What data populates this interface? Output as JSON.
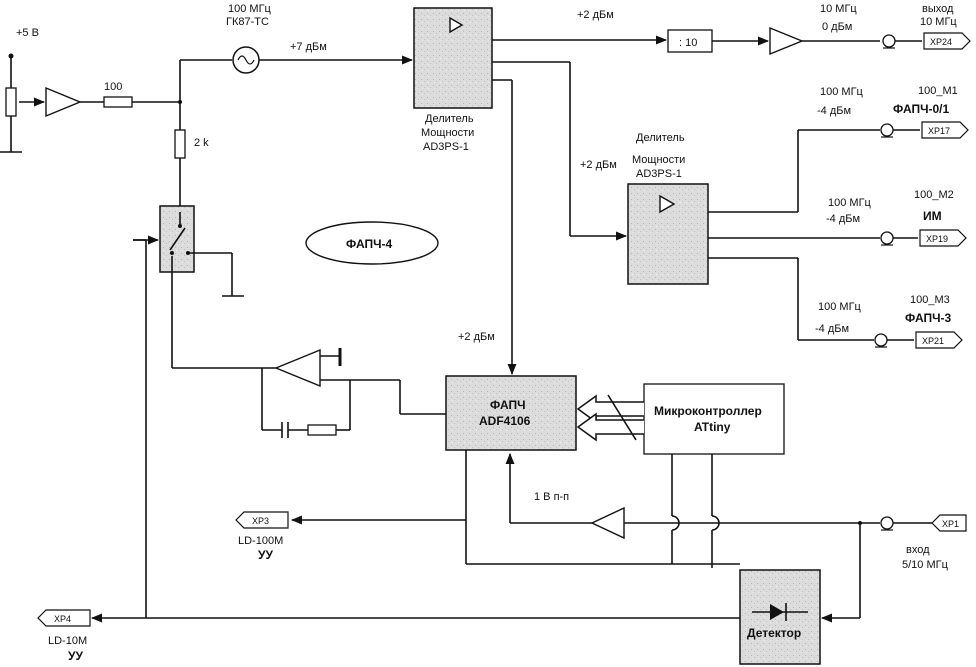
{
  "supply": {
    "label": "+5 В"
  },
  "resistor_main": {
    "label": "100"
  },
  "resistor_2k": {
    "label": "2 k"
  },
  "oscillator": {
    "freq": "100 МГц",
    "model": "ГК87-ТС"
  },
  "level_osc_out": "+7 дБм",
  "splitter1": {
    "line1": "Делитель",
    "line2": "Мощности",
    "line3": "AD3PS-1"
  },
  "splitter2": {
    "line1": "Делитель",
    "line2": "Мощности",
    "line3": "AD3PS-1"
  },
  "level_to_div10": "+2 дБм",
  "level_to_splitter2": "+2 дБм",
  "level_to_pll": "+2 дБм",
  "divider": {
    "label": ": 10"
  },
  "out_10": {
    "freq": "10 МГц",
    "level": "0 дБм",
    "title1": "выход",
    "title2": "10 МГц",
    "connector": "XP24"
  },
  "out_m1": {
    "freq": "100 МГц",
    "level": "-4 дБм",
    "name": "100_M1",
    "dest": "ФАПЧ-0/1",
    "connector": "XP17"
  },
  "out_m2": {
    "freq": "100 МГц",
    "level": "-4 дБм",
    "name": "100_M2",
    "dest": "ИМ",
    "connector": "XP19"
  },
  "out_m3": {
    "freq": "100 МГц",
    "level": "-4 дБм",
    "name": "100_M3",
    "dest": "ФАПЧ-3",
    "connector": "XP21"
  },
  "module_name": "ФАПЧ-4",
  "pll": {
    "line1": "ФАПЧ",
    "line2": "ADF4106"
  },
  "mcu": {
    "line1": "Микроконтроллер",
    "line2": "ATtiny"
  },
  "level_ref": "1 В п-п",
  "input": {
    "connector": "XP1",
    "line1": "вход",
    "line2": "5/10 МГц"
  },
  "out_xp3": {
    "connector": "XP3",
    "line1": "LD-100M",
    "line2": "УУ"
  },
  "out_xp4": {
    "connector": "XP4",
    "line1": "LD-10M",
    "line2": "УУ"
  },
  "detector": {
    "label": "Детектор"
  }
}
